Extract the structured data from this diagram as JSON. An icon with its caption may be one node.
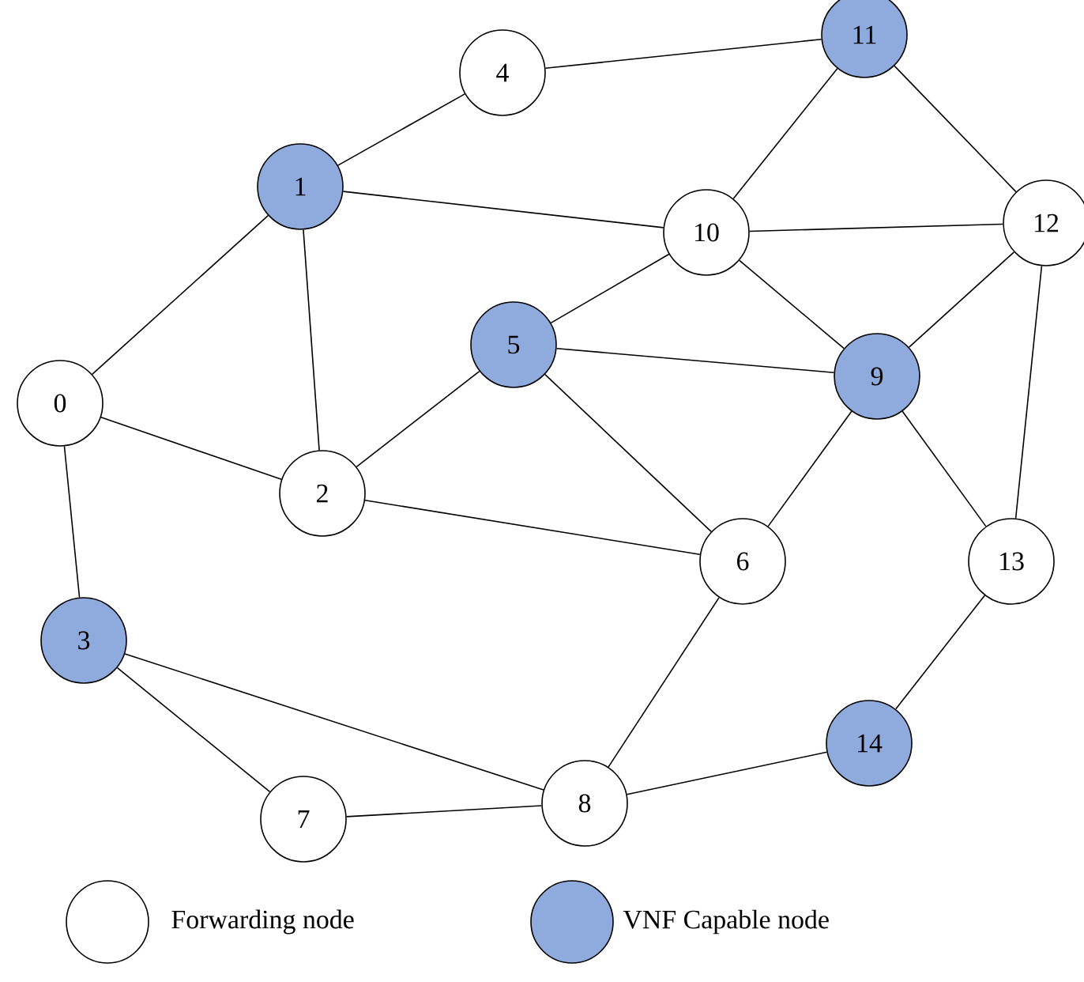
{
  "diagram": {
    "nodes": [
      {
        "text": [
          "0"
        ]
      },
      {
        "text": [
          "1"
        ]
      },
      {
        "text": [
          "2"
        ]
      },
      {
        "text": [
          "3"
        ]
      },
      {
        "text": [
          "4"
        ]
      },
      {
        "text": [
          "5"
        ]
      },
      {
        "text": [
          "6"
        ]
      },
      {
        "text": [
          "7"
        ]
      },
      {
        "text": [
          "8"
        ]
      },
      {
        "text": [
          "9"
        ]
      },
      {
        "text": [
          "10"
        ]
      },
      {
        "text": [
          "11"
        ]
      },
      {
        "text": [
          "12"
        ]
      },
      {
        "text": [
          "13"
        ]
      },
      {
        "text": [
          "14"
        ]
      }
    ],
    "edges": [
      {
        "from": 1,
        "to": 4,
        "arrow": "none"
      },
      {
        "from": 4,
        "to": 11,
        "arrow": "none"
      },
      {
        "from": 1,
        "to": 0,
        "arrow": "none"
      },
      {
        "from": 1,
        "to": 10,
        "arrow": "none"
      },
      {
        "from": 1,
        "to": 2,
        "arrow": "none"
      },
      {
        "from": 0,
        "to": 2,
        "arrow": "none"
      },
      {
        "from": 0,
        "to": 3,
        "arrow": "none"
      },
      {
        "from": 2,
        "to": 5,
        "arrow": "none"
      },
      {
        "from": 2,
        "to": 6,
        "arrow": "none"
      },
      {
        "from": 5,
        "to": 10,
        "arrow": "none"
      },
      {
        "from": 5,
        "to": 9,
        "arrow": "none"
      },
      {
        "from": 5,
        "to": 6,
        "arrow": "none"
      },
      {
        "from": 10,
        "to": 11,
        "arrow": "none"
      },
      {
        "from": 10,
        "to": 12,
        "arrow": "none"
      },
      {
        "from": 10,
        "to": 9,
        "arrow": "none"
      },
      {
        "from": 11,
        "to": 12,
        "arrow": "none"
      },
      {
        "from": 12,
        "to": 9,
        "arrow": "none"
      },
      {
        "from": 12,
        "to": 13,
        "arrow": "none"
      },
      {
        "from": 9,
        "to": 6,
        "arrow": "none"
      },
      {
        "from": 9,
        "to": 13,
        "arrow": "none"
      },
      {
        "from": 13,
        "to": 14,
        "arrow": "none"
      },
      {
        "from": 14,
        "to": 8,
        "arrow": "none"
      },
      {
        "from": 6,
        "to": 8,
        "arrow": "none"
      },
      {
        "from": 3,
        "to": 8,
        "arrow": "none"
      },
      {
        "from": 3,
        "to": 7,
        "arrow": "none"
      },
      {
        "from": 7,
        "to": 8,
        "arrow": "none"
      }
    ],
    "legend": [
      {
        "text": "Forwarding node"
      },
      {
        "text": "VNF Capable node",
        "color": "#8faadc"
      }
    ]
  }
}
